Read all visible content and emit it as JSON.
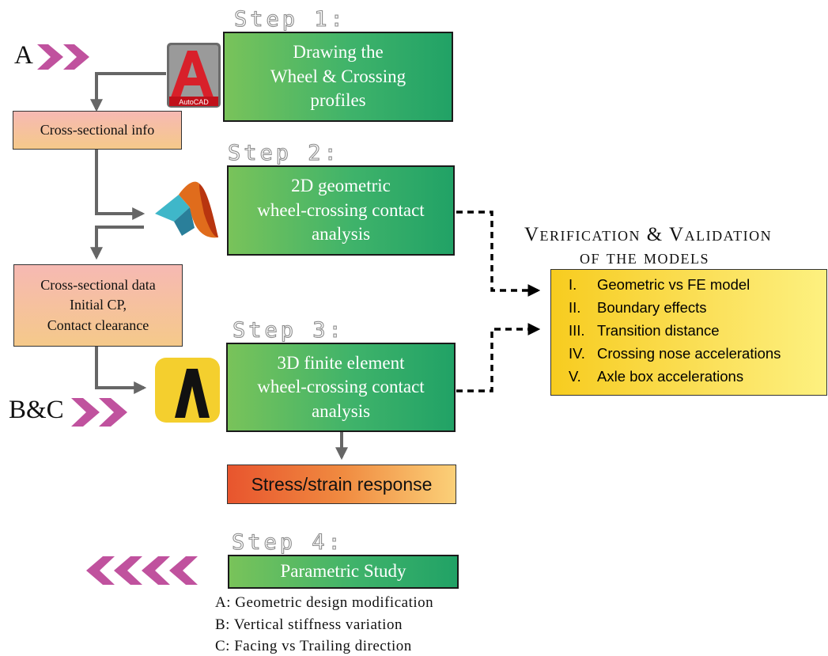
{
  "inputs": {
    "a_label": "A",
    "bc_label": "B&C"
  },
  "steps": [
    {
      "label": "Step 1:",
      "title": "Drawing the\nWheel & Crossing\nprofiles"
    },
    {
      "label": "Step 2:",
      "title": "2D geometric\nwheel-crossing contact\nanalysis"
    },
    {
      "label": "Step 3:",
      "title": "3D finite element\nwheel-crossing contact\nanalysis"
    },
    {
      "label": "Step 4:",
      "title": "Parametric Study"
    }
  ],
  "tools": {
    "autocad_label": "AutoCAD"
  },
  "data_boxes": {
    "cross_info": "Cross-sectional info",
    "cross_data": "Cross-sectional data\nInitial CP,\nContact clearance"
  },
  "response": "Stress/strain response",
  "verification": {
    "title_line1": "Verification & Validation",
    "title_line2": "of the models",
    "items": [
      {
        "num": "I.",
        "text": "Geometric vs FE model"
      },
      {
        "num": "II.",
        "text": "Boundary effects"
      },
      {
        "num": "III.",
        "text": "Transition distance"
      },
      {
        "num": "IV.",
        "text": "Crossing nose accelerations"
      },
      {
        "num": "V.",
        "text": "Axle box accelerations"
      }
    ]
  },
  "parametric": [
    "A:  Geometric design modification",
    "B:  Vertical stiffness variation",
    "C:  Facing vs Trailing direction"
  ],
  "colors": {
    "chevron": "#c0529e",
    "arrow": "#666666",
    "step_box_green": "#2aa867",
    "verification_yellow": "#f9d63a",
    "response_orange": "#e8683a"
  }
}
